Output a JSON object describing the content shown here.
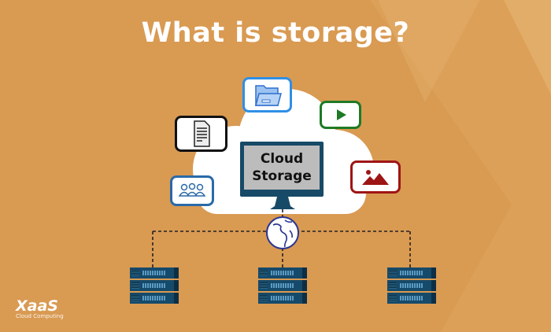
{
  "title": "What is storage?",
  "monitor": {
    "line1": "Cloud",
    "line2": "Storage"
  },
  "logo": {
    "name": "XaaS",
    "tagline": "Cloud Computing"
  },
  "colors": {
    "background": "#d99a52",
    "monitor": "#174a66",
    "folder": "#2f8fe6",
    "play": "#1e7a25",
    "image": "#9e1515",
    "people": "#2a6aa8"
  }
}
